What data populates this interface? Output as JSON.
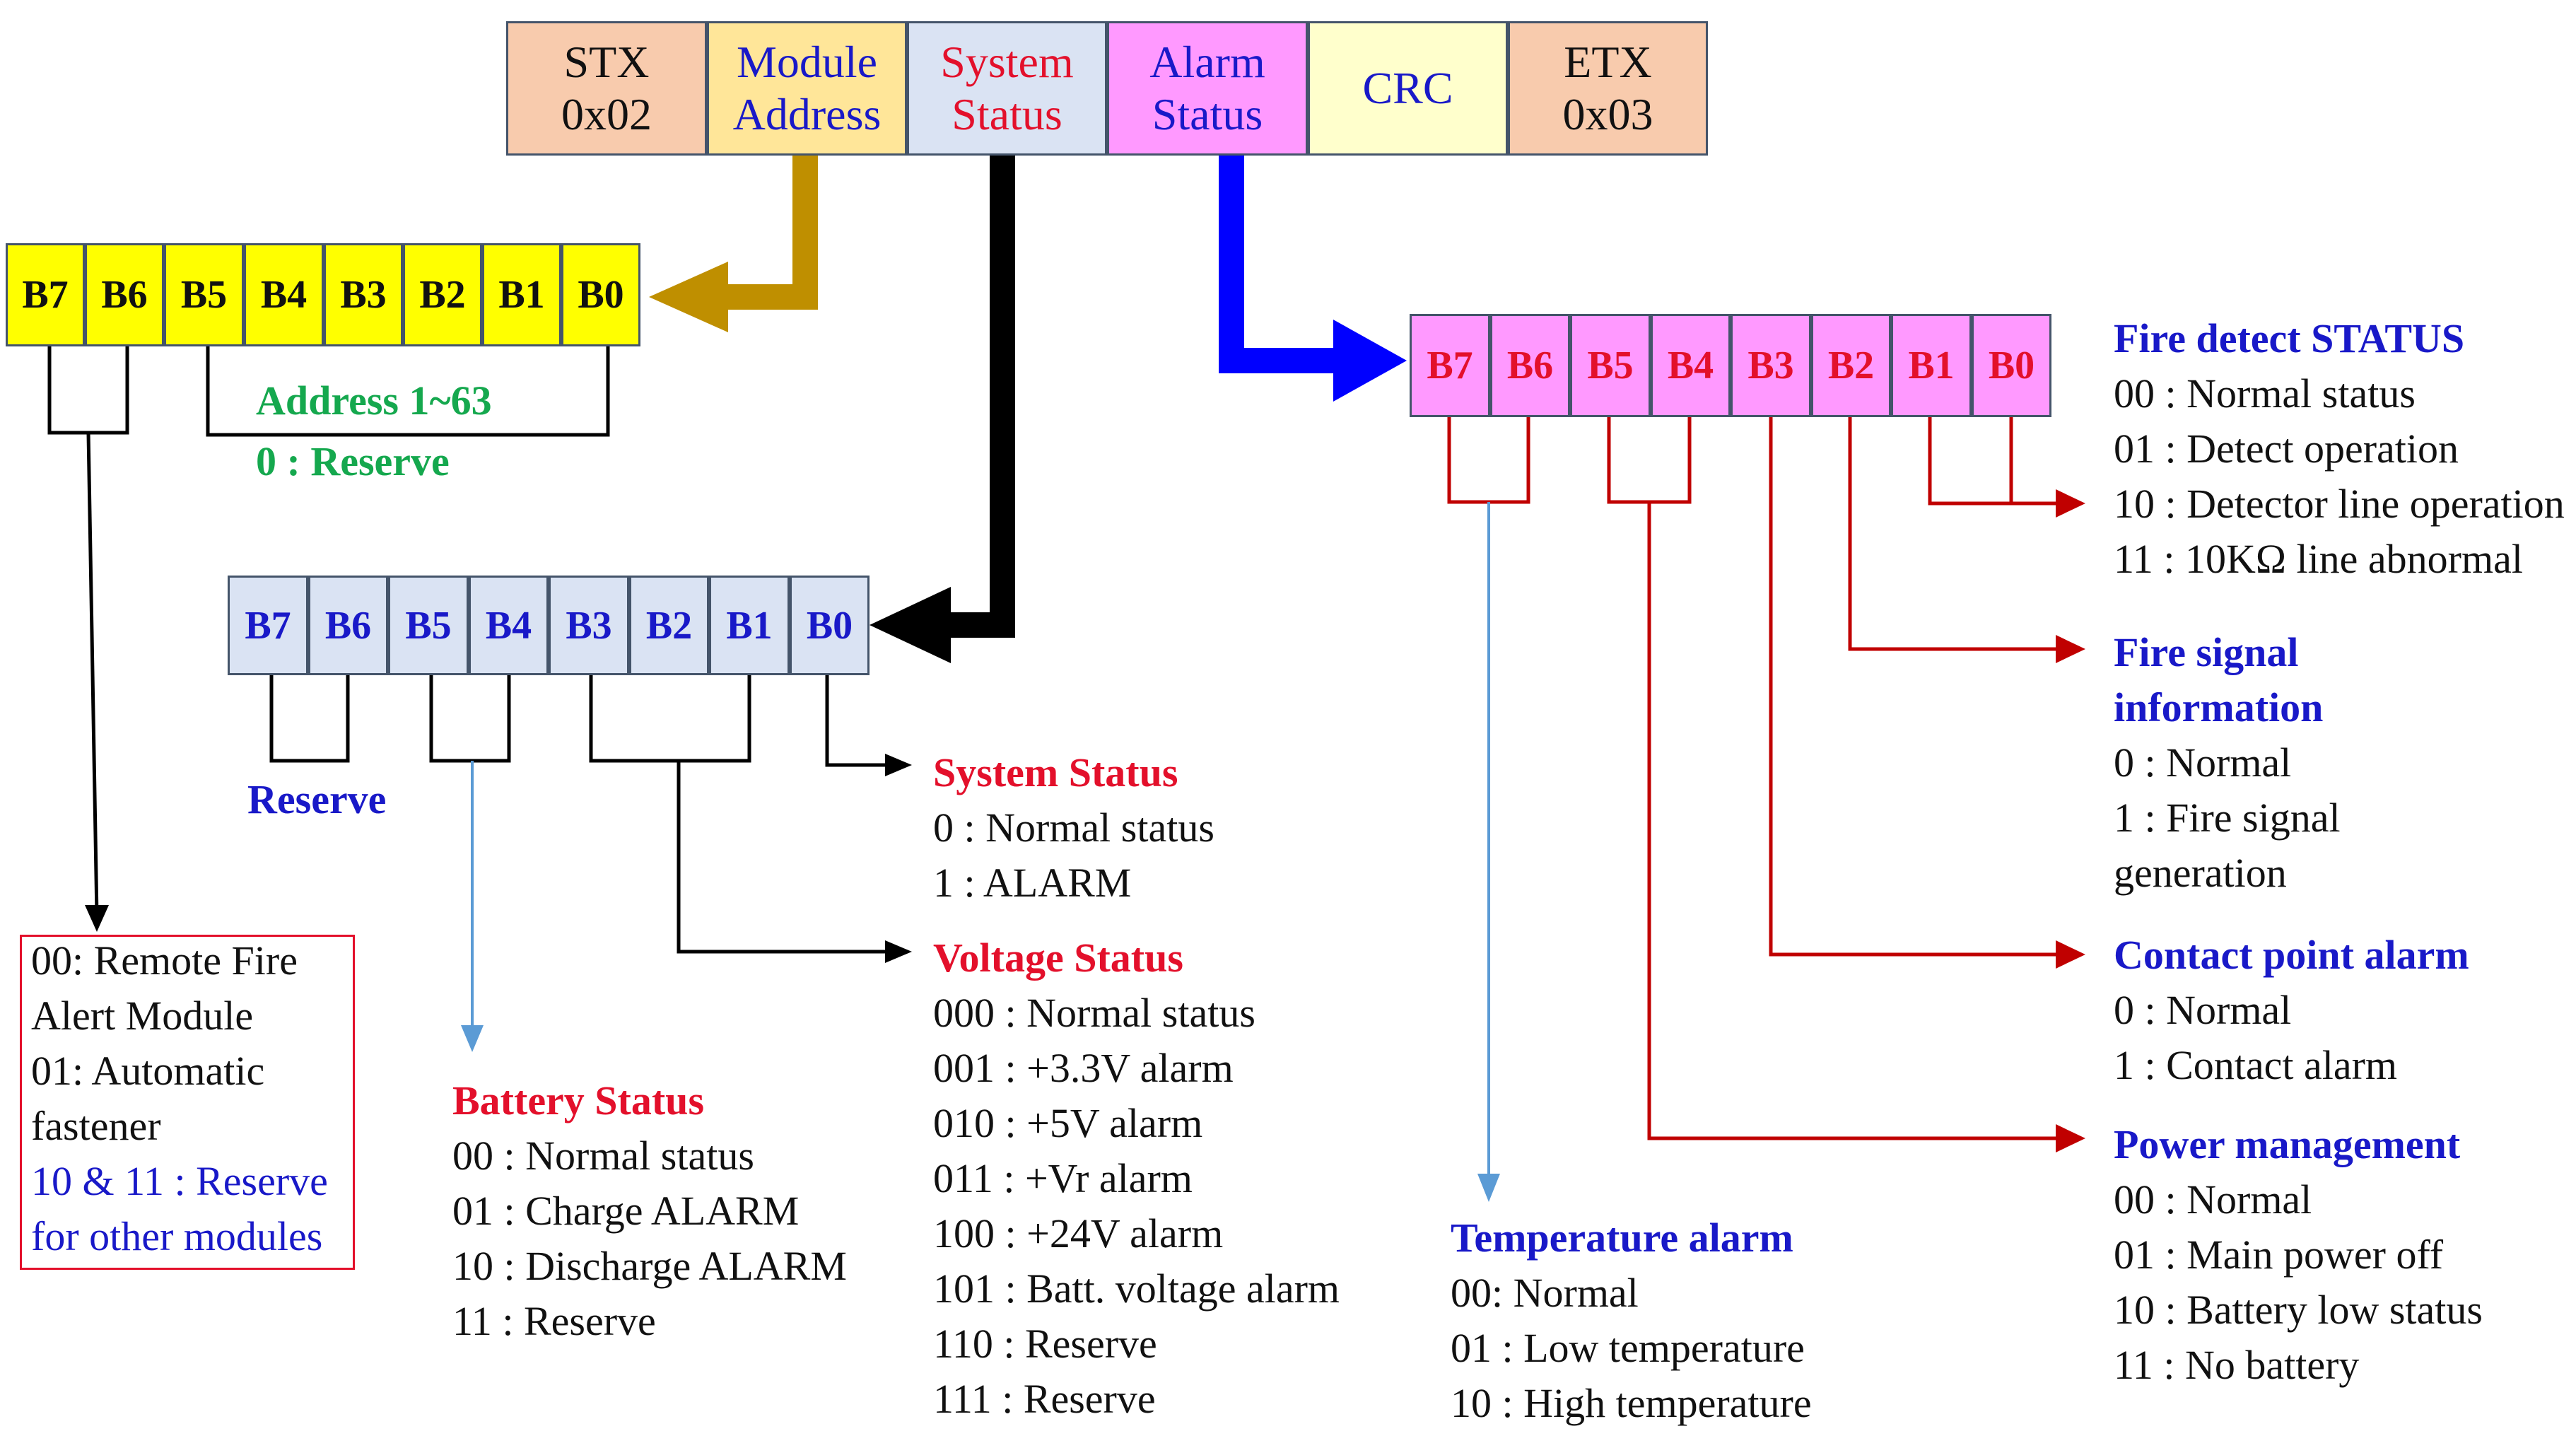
{
  "frame": [
    {
      "label_1": "STX",
      "label_2": "0x02",
      "fill": "#f8cbad",
      "text_color": "#111111"
    },
    {
      "label_1": "Module",
      "label_2": "Address",
      "fill": "#ffe699",
      "text_color": "#1919c8"
    },
    {
      "label_1": "System",
      "label_2": "Status",
      "fill": "#dae3f3",
      "text_color": "#e3102b"
    },
    {
      "label_1": "Alarm",
      "label_2": "Status",
      "fill": "#ff99ff",
      "text_color": "#1919c8"
    },
    {
      "label_1": "CRC",
      "label_2": "",
      "fill": "#ffffcc",
      "text_color": "#1919c8"
    },
    {
      "label_1": "ETX",
      "label_2": "0x03",
      "fill": "#f8cbad",
      "text_color": "#111111"
    }
  ],
  "bits": [
    "B7",
    "B6",
    "B5",
    "B4",
    "B3",
    "B2",
    "B1",
    "B0"
  ],
  "address_register": {
    "fill": "#ffff00",
    "address_range": "Address 1~63",
    "reserve": "0 : Reserve",
    "module_types": {
      "line_1": "00: Remote Fire",
      "line_2": "Alert Module",
      "line_3": "01: Automatic",
      "line_4": "fastener",
      "line_5": "10 & 11 : Reserve",
      "line_6": "for other modules"
    }
  },
  "system_register": {
    "fill": "#dae3f3",
    "reserve": "Reserve",
    "system_status": {
      "title": "System  Status",
      "v0": "0 : Normal status",
      "v1": "1 : ALARM"
    },
    "voltage_status": {
      "title": "Voltage Status",
      "items": [
        "000 : Normal status",
        "001 : +3.3V alarm",
        "010 : +5V alarm",
        "011 : +Vr alarm",
        "100 : +24V alarm",
        "101 : Batt. voltage alarm",
        "110 : Reserve",
        "111 : Reserve"
      ]
    },
    "battery_status": {
      "title": "Battery Status",
      "items": [
        "00 : Normal status",
        "01 : Charge  ALARM",
        "10 : Discharge ALARM",
        "11 : Reserve"
      ]
    }
  },
  "alarm_register": {
    "fill": "#ff99ff",
    "fire_detect": {
      "title": "Fire detect  STATUS",
      "items": [
        "00 : Normal status",
        "01 : Detect operation",
        "10 : Detector line operation",
        "11 : 10KΩ line abnormal"
      ]
    },
    "fire_signal": {
      "title_1": "Fire signal",
      "title_2": "information",
      "items": [
        "0 : Normal",
        "1 : Fire signal",
        "generation"
      ]
    },
    "contact_point": {
      "title": "Contact point alarm",
      "items": [
        "0 : Normal",
        "1 : Contact alarm"
      ]
    },
    "power_management": {
      "title": "Power management",
      "items": [
        "00 : Normal",
        "01 : Main power off",
        "10 : Battery low status",
        "11 : No battery"
      ]
    },
    "temperature": {
      "title": "Temperature alarm",
      "items": [
        "00: Normal",
        "01 : Low temperature",
        "10 : High temperature"
      ]
    }
  },
  "colors": {
    "address_arrow": "#bf8f00",
    "system_arrow": "#000000",
    "alarm_arrow": "#0000ff",
    "alarm_wire": "#c00000",
    "temp_wire": "#5b9bd5",
    "heading_red": "#e3102b",
    "heading_blue": "#1919c8",
    "address_green": "#15a84e"
  }
}
